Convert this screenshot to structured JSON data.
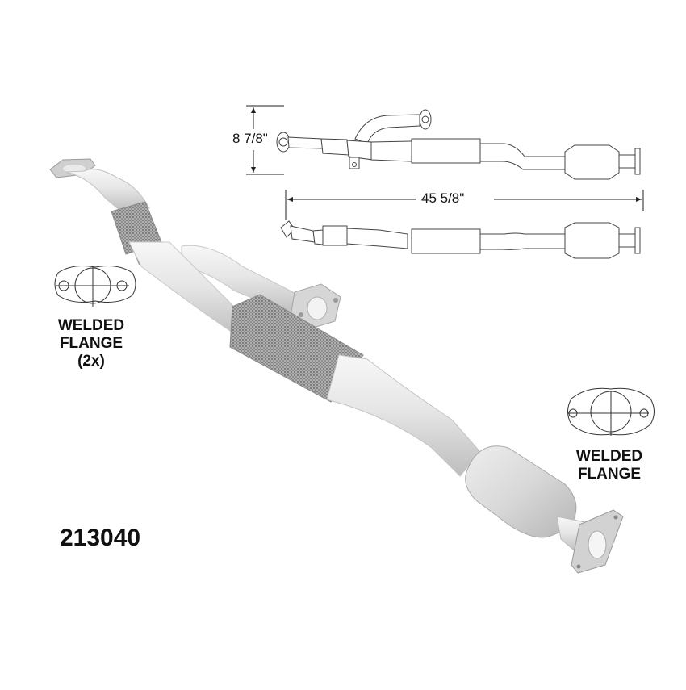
{
  "product": {
    "part_number": "213040",
    "type": "catalytic-converter-exhaust-assembly"
  },
  "dimensions": {
    "height": "8 7/8\"",
    "length": "45 5/8\""
  },
  "callouts": {
    "inlet_flange": {
      "line1": "WELDED",
      "line2": "FLANGE",
      "line3": "(2x)"
    },
    "outlet_flange": {
      "line1": "WELDED",
      "line2": "FLANGE"
    }
  },
  "colors": {
    "pipe_light": "#f2f2f2",
    "pipe_mid": "#d9d9d9",
    "pipe_shadow": "#b8b8b8",
    "mesh": "#9a9a9a",
    "line": "#333333",
    "text": "#111111"
  }
}
